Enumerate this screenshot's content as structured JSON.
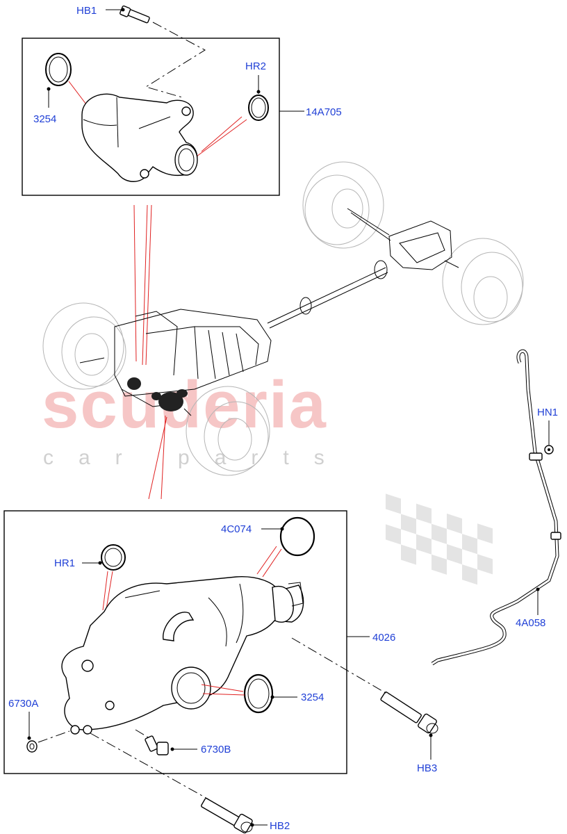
{
  "watermark": {
    "brand": "scuderia",
    "sub": "car parts"
  },
  "callouts": {
    "hb1": "HB1",
    "hr2": "HR2",
    "p3254_top": "3254",
    "p14a705": "14A705",
    "hn1": "HN1",
    "p4c074": "4C074",
    "hr1": "HR1",
    "p4026": "4026",
    "p4a058": "4A058",
    "p3254_bottom": "3254",
    "p6730a": "6730A",
    "p6730b": "6730B",
    "hb3": "HB3",
    "hb2": "HB2"
  }
}
